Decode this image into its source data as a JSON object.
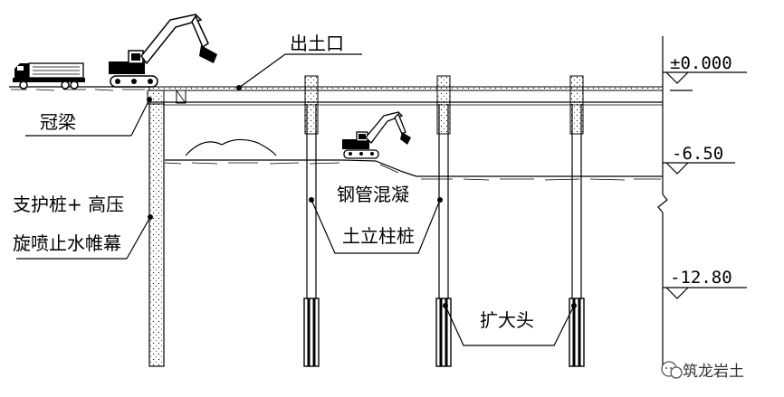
{
  "labels": {
    "outlet": "出土口",
    "crown_beam": "冠梁",
    "support_pile_1": "支护桩+ 高压",
    "support_pile_2": "旋喷止水帷幕",
    "steel_column_1": "钢管混凝",
    "steel_column_2": "土立柱桩",
    "enlarged_head": "扩大头"
  },
  "levels": {
    "ground": "±0.000",
    "mid": "-6.50",
    "bottom": "-12.80"
  },
  "watermark": "筑龙岩土"
}
